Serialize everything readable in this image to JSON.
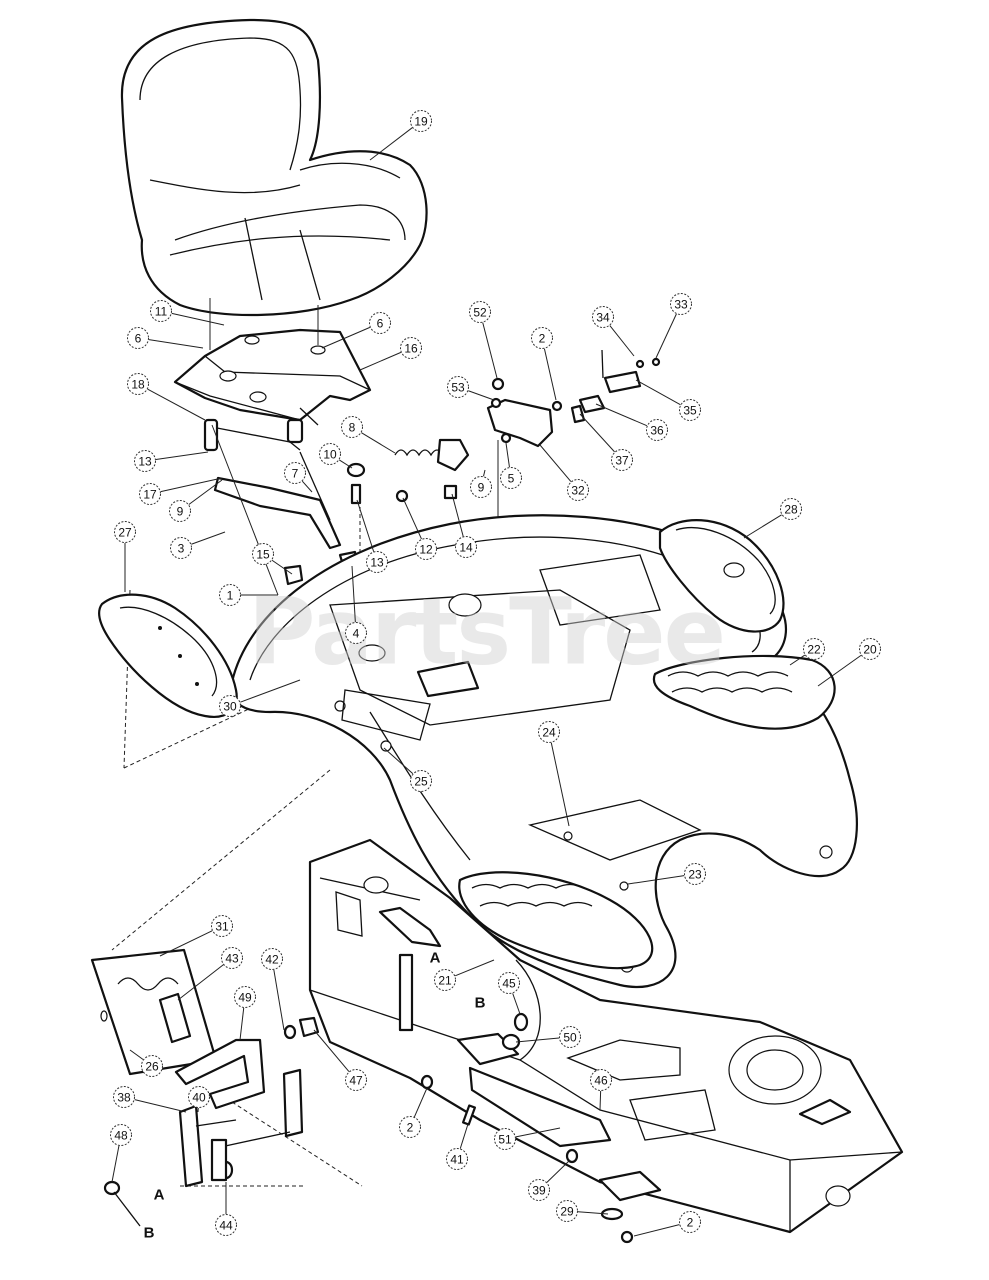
{
  "watermark": "PartsTree",
  "callouts": [
    "19",
    "11",
    "6",
    "6",
    "16",
    "18",
    "13",
    "8",
    "10",
    "9",
    "5",
    "17",
    "9",
    "7",
    "3",
    "13",
    "12",
    "14",
    "15",
    "1",
    "4",
    "27",
    "52",
    "2",
    "53",
    "32",
    "34",
    "33",
    "35",
    "36",
    "37",
    "28",
    "22",
    "20",
    "30",
    "25",
    "24",
    "23",
    "21",
    "31",
    "43",
    "42",
    "49",
    "26",
    "47",
    "45",
    "50",
    "38",
    "40",
    "48",
    "44",
    "2",
    "41",
    "51",
    "46",
    "39",
    "29",
    "2"
  ],
  "letters": [
    "A",
    "B",
    "A",
    "B"
  ]
}
